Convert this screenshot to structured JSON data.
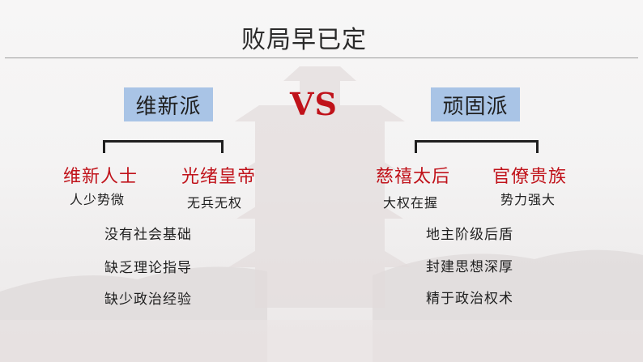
{
  "title": "败局早已定",
  "left": {
    "header": "维新派",
    "groups": [
      {
        "name": "维新人士",
        "desc": "人少势微"
      },
      {
        "name": "光绪皇帝",
        "desc": "无兵无权"
      }
    ],
    "points": [
      "没有社会基础",
      "缺乏理论指导",
      "缺少政治经验"
    ]
  },
  "vs": "VS",
  "right": {
    "header": "顽固派",
    "groups": [
      {
        "name": "慈禧太后",
        "desc": "大权在握"
      },
      {
        "name": "官僚贵族",
        "desc": "势力强大"
      }
    ],
    "points": [
      "地主阶级后盾",
      "封建思想深厚",
      "精于政治权术"
    ]
  },
  "colors": {
    "accent_red": "#c0121a",
    "header_box": "#a9c4e6",
    "text": "#1f1f1f"
  }
}
